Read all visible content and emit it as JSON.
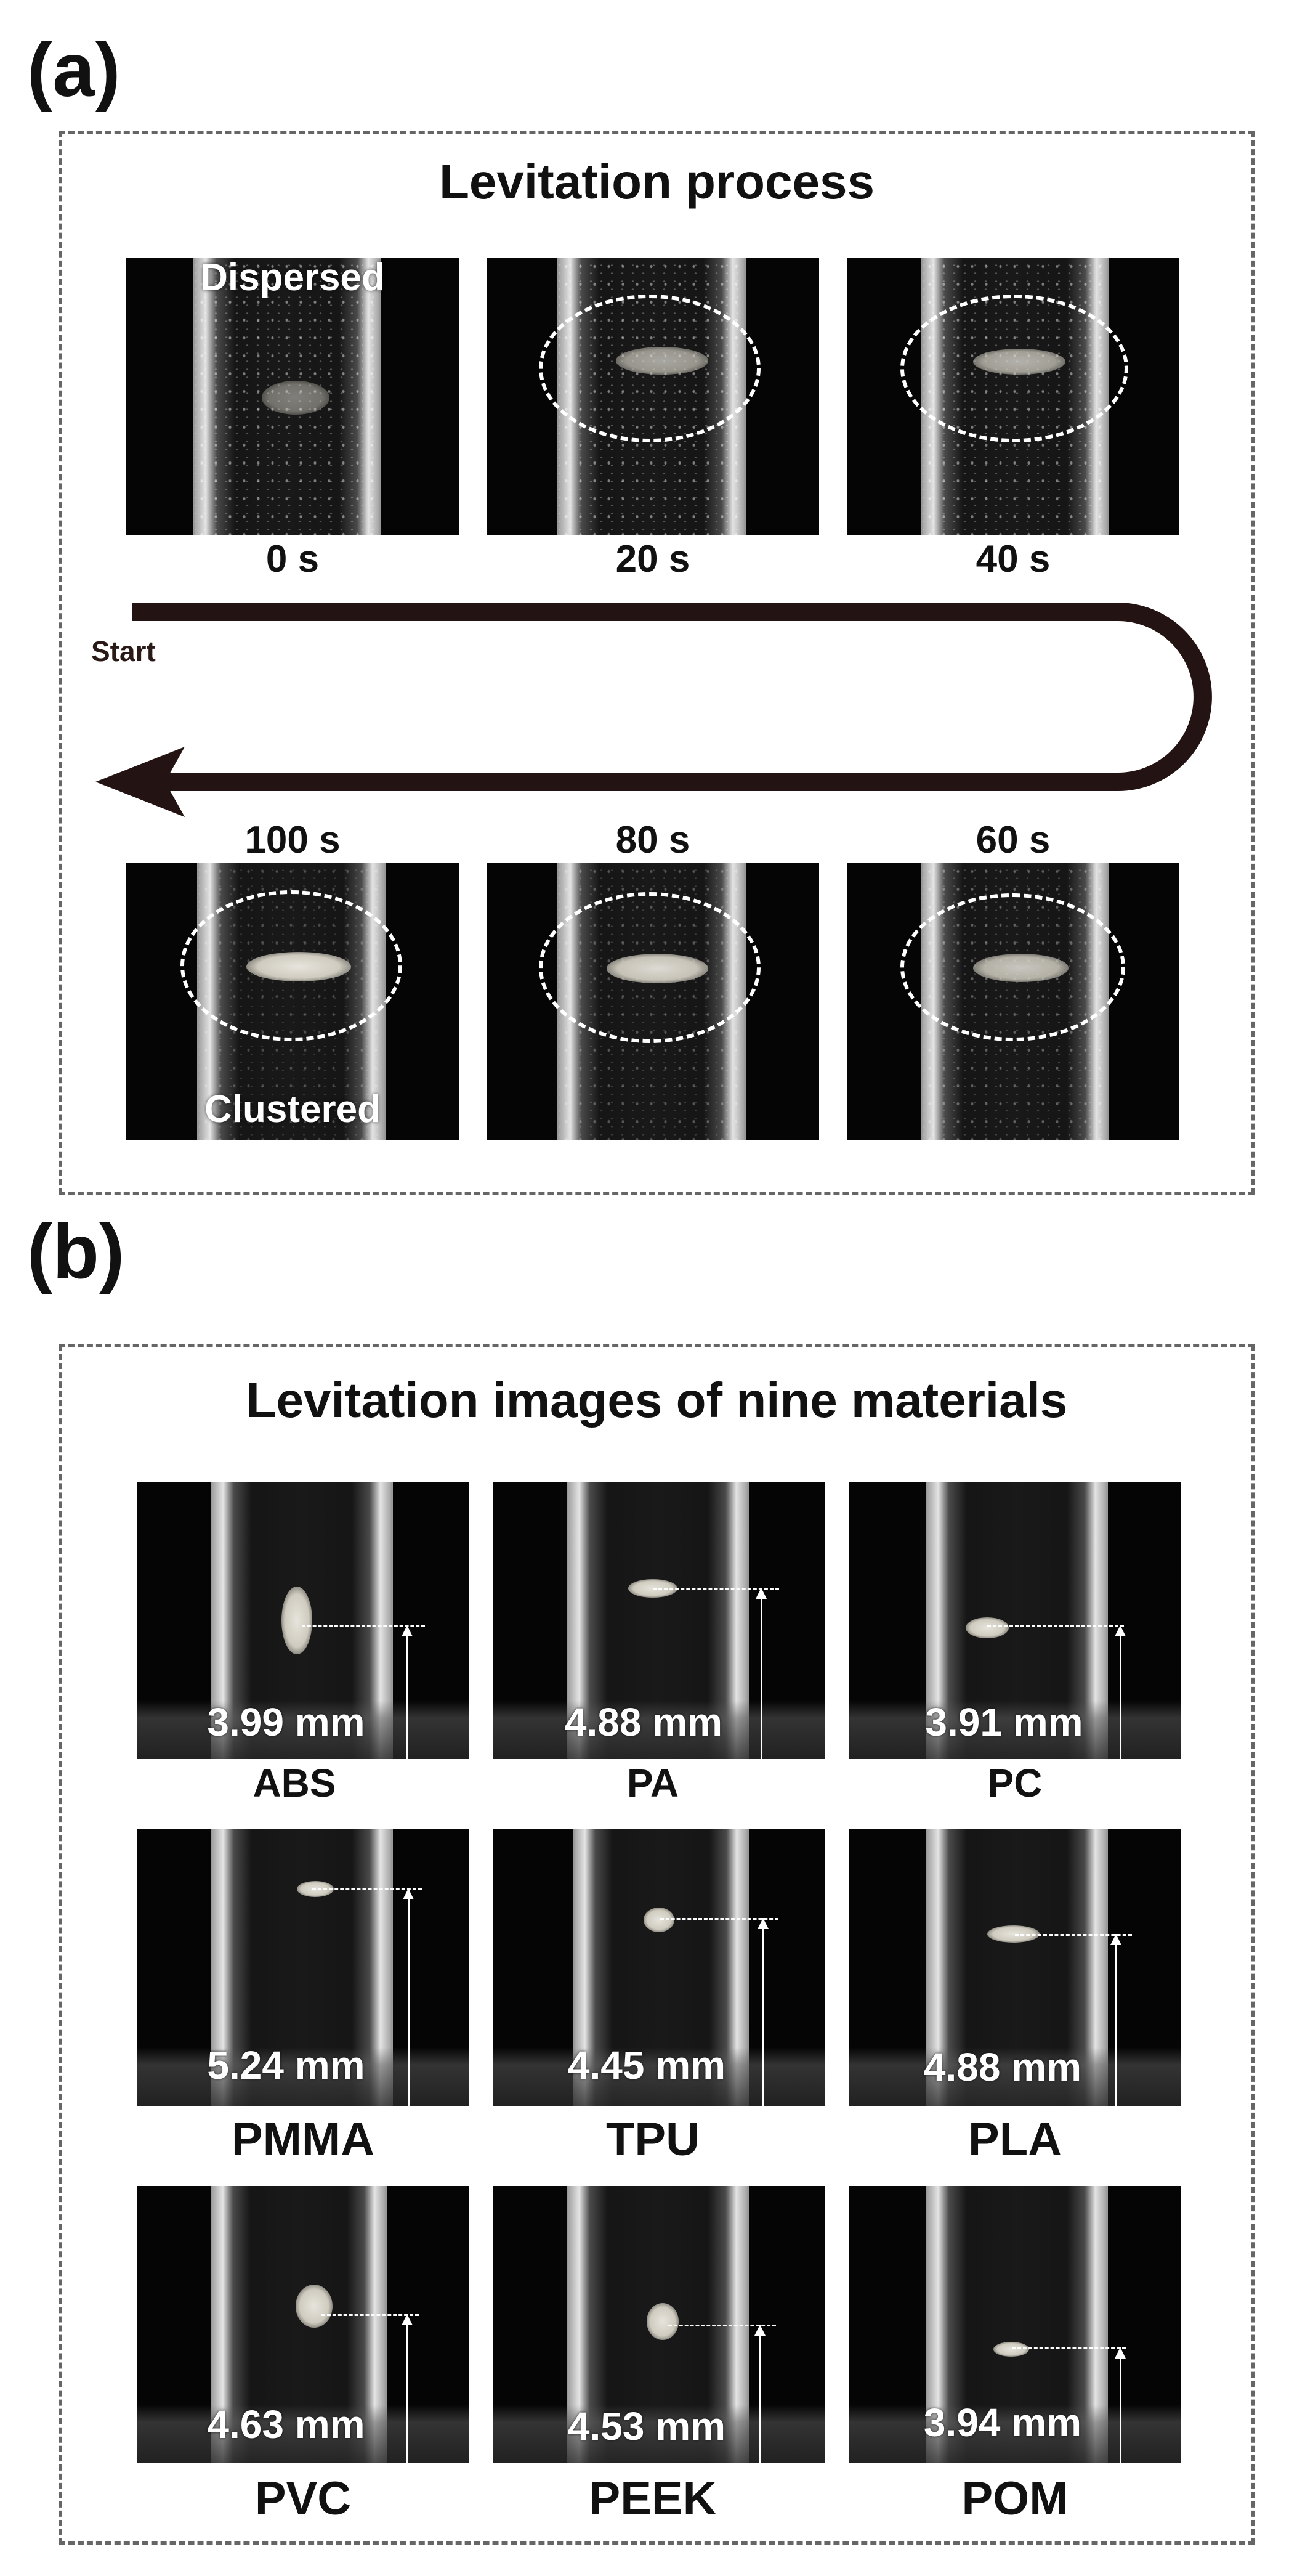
{
  "panel_a": {
    "letter": "(a)",
    "title": "Levitation process",
    "start_label": "Start",
    "dispersed_label": "Dispersed",
    "clustered_label": "Clustered",
    "frames": [
      {
        "time": "0 s"
      },
      {
        "time": "20 s"
      },
      {
        "time": "40 s"
      },
      {
        "time": "100 s"
      },
      {
        "time": "80 s"
      },
      {
        "time": "60 s"
      }
    ]
  },
  "panel_b": {
    "letter": "(b)",
    "title": "Levitation images of nine materials",
    "materials": [
      {
        "name": "ABS",
        "height": "3.99 mm"
      },
      {
        "name": "PA",
        "height": "4.88 mm"
      },
      {
        "name": "PC",
        "height": "3.91 mm"
      },
      {
        "name": "PMMA",
        "height": "5.24 mm"
      },
      {
        "name": "TPU",
        "height": "4.45 mm"
      },
      {
        "name": "PLA",
        "height": "4.88 mm"
      },
      {
        "name": "PVC",
        "height": "4.63 mm"
      },
      {
        "name": "PEEK",
        "height": "4.53 mm"
      },
      {
        "name": "POM",
        "height": "3.94 mm"
      }
    ]
  },
  "colors": {
    "arrow": "#231312",
    "border": "#666666",
    "photo_background": "#050505"
  }
}
